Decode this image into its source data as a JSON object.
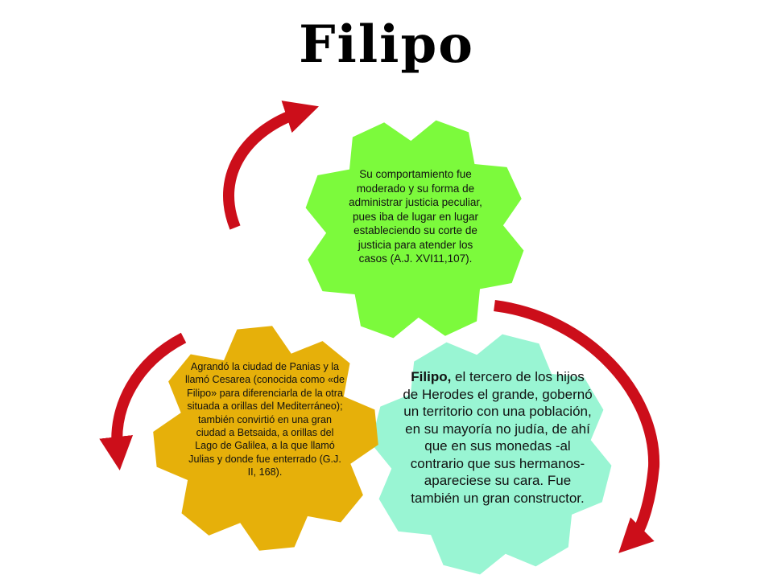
{
  "title": "Filipo",
  "gears": {
    "green": {
      "color": "#7CFA3C",
      "text": "Su comportamiento fue moderado y su forma de administrar justicia peculiar, pues iba de lugar en lugar estableciendo su corte de justicia para atender los casos (A.J. XVI11,107)."
    },
    "orange": {
      "color": "#E6B00A",
      "text": "Agrandó la ciudad de Panias y la llamó Cesarea (conocida como «de Filipo» para diferenciarla de la otra situada a orillas del Mediterráneo); también convirtió en una gran ciudad a Betsaida, a orillas del Lago de Galilea, a la que llamó Julias y donde fue enterrado (G.J. II, 168)."
    },
    "mint": {
      "color": "#99F5D3",
      "lead": "Filipo,",
      "text": " el tercero de los hijos de Herodes el grande, gobernó un territorio con una población, en su mayoría no judía, de ahí que en sus monedas -al contrario que sus hermanos- apareciese su cara. Fue también un gran constructor."
    }
  },
  "arrow_color": "#CC0E1A"
}
